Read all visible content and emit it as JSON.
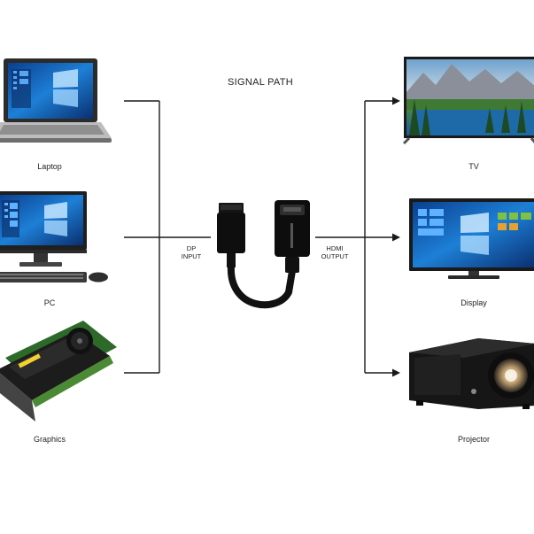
{
  "header": {
    "cut_text": "..................."
  },
  "footer": {
    "cut_text": ""
  },
  "diagram": {
    "title": "SIGNAL PATH",
    "sources": [
      {
        "label": "Laptop",
        "icon": "laptop-icon"
      },
      {
        "label": "PC",
        "icon": "desktop-pc-icon"
      },
      {
        "label": "Graphics",
        "icon": "graphics-card-icon"
      }
    ],
    "adapter": {
      "input_label_1": "DP",
      "input_label_2": "INPUT",
      "output_label_1": "HDMI",
      "output_label_2": "OUTPUT",
      "icon": "dp-to-hdmi-adapter-icon"
    },
    "outputs": [
      {
        "label": "TV",
        "icon": "tv-icon"
      },
      {
        "label": "Display",
        "icon": "monitor-icon"
      },
      {
        "label": "Projector",
        "icon": "projector-icon"
      }
    ]
  }
}
